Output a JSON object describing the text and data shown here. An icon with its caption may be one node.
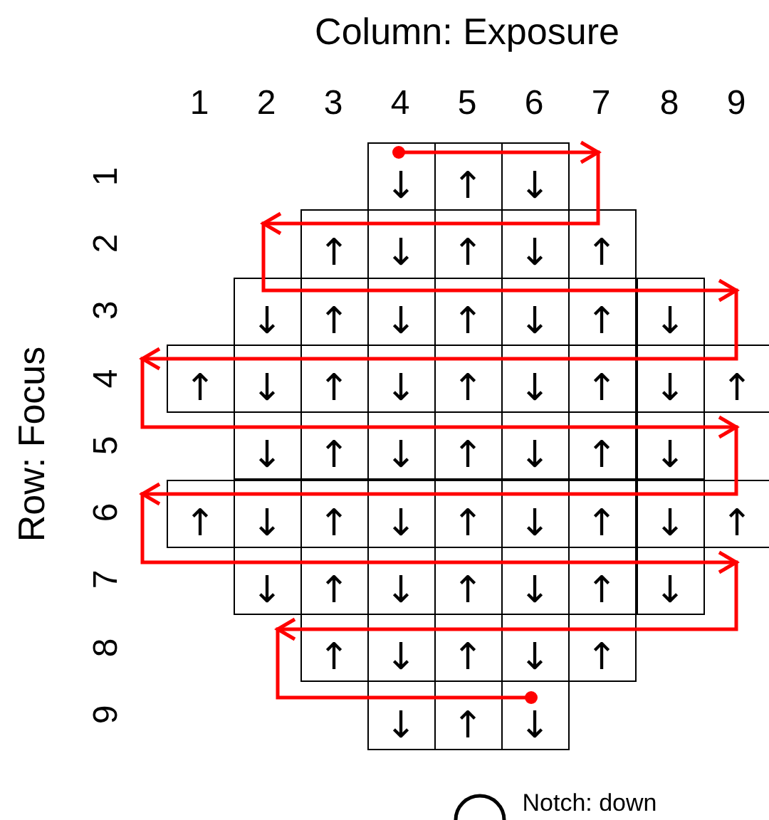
{
  "diagram": {
    "labels": [
      "Column: Exposure",
      "1",
      "2",
      "3",
      "4",
      "5",
      "6",
      "7",
      "8",
      "9",
      "Row: Focus",
      "1",
      "2",
      "3",
      "4",
      "5",
      "6",
      "7",
      "8",
      "9",
      "↓",
      "↑",
      "↓",
      "↑",
      "↓",
      "↑",
      "↓",
      "↑",
      "↓",
      "↑",
      "↓",
      "↑",
      "↓",
      "↑",
      "↓",
      "↑",
      "↓",
      "↑",
      "↓",
      "↑",
      "↓",
      "↑",
      "↓",
      "↑",
      "↓",
      "↑",
      "↓",
      "↑",
      "↓",
      "↑",
      "↓",
      "↑",
      "↓",
      "↑",
      "↓",
      "↑",
      "↓",
      "↑",
      "↓",
      "↑",
      "↓",
      "↑",
      "↓",
      "↑",
      "↓",
      "↑",
      "↓",
      "↑",
      "↓",
      "↑",
      "↓",
      "↑",
      "↓",
      "↑",
      "↓",
      "Notch: down"
    ]
  }
}
